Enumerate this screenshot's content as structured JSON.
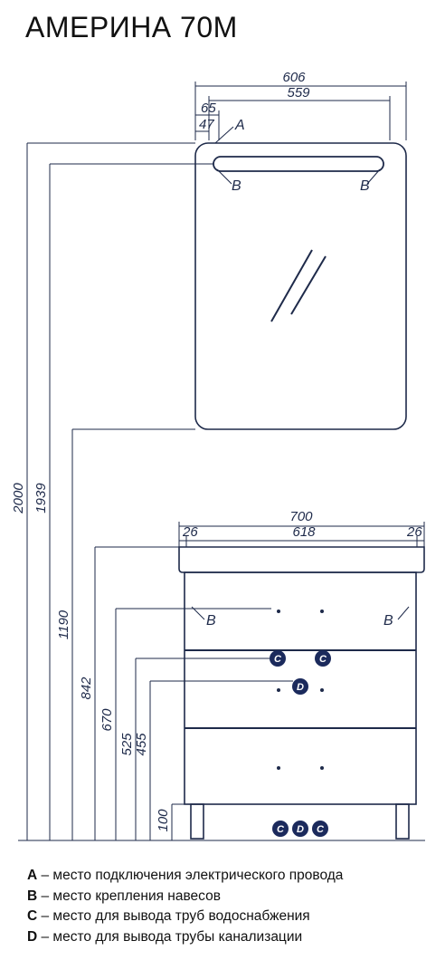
{
  "title": "АМЕРИНА 70М",
  "colors": {
    "line": "#1e2a4a",
    "marker_fill": "#1b2a5c"
  },
  "mirror": {
    "dims": {
      "total_width": "606",
      "inner_width": "559",
      "offset_a": "65",
      "offset_b": "47"
    },
    "labels": {
      "a": "A",
      "b_left": "B",
      "b_right": "B"
    }
  },
  "cabinet": {
    "dims": {
      "total_width": "700",
      "inner_width": "618",
      "side_left": "26",
      "side_right": "26"
    },
    "labels": {
      "b_left": "B",
      "b_right": "B",
      "c_1": "C",
      "c_2": "C",
      "d_1": "D",
      "c_3": "C",
      "d_2": "D",
      "c_4": "C"
    }
  },
  "heights": {
    "h2000": "2000",
    "h1939": "1939",
    "h1190": "1190",
    "h842": "842",
    "h670": "670",
    "h525": "525",
    "h455": "455",
    "h100": "100"
  },
  "legend": [
    {
      "key": "A",
      "text": " – место подключения электрического провода"
    },
    {
      "key": "B",
      "text": " – место крепления навесов"
    },
    {
      "key": "C",
      "text": " – место для вывода труб водоснабжения"
    },
    {
      "key": "D",
      "text": " – место для вывода трубы канализации"
    }
  ]
}
